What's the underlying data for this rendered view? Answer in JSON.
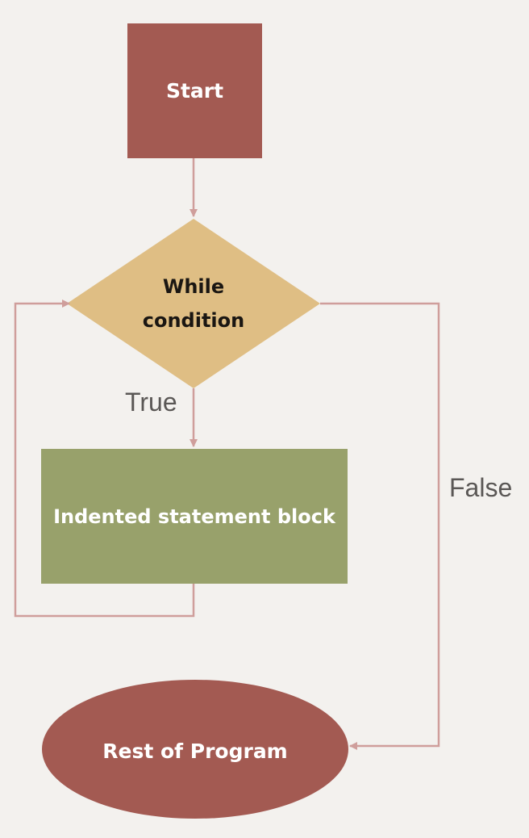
{
  "diagram": {
    "type": "flowchart",
    "nodes": {
      "start": {
        "label": "Start",
        "shape": "rectangle"
      },
      "decision": {
        "label": "While\ncondition",
        "shape": "diamond"
      },
      "block": {
        "label": "Indented statement block",
        "shape": "rectangle"
      },
      "end": {
        "label": "Rest of Program",
        "shape": "ellipse"
      }
    },
    "edges": [
      {
        "from": "start",
        "to": "decision",
        "label": ""
      },
      {
        "from": "decision",
        "to": "block",
        "label": "True"
      },
      {
        "from": "block",
        "to": "decision",
        "label": ""
      },
      {
        "from": "decision",
        "to": "end",
        "label": "False"
      }
    ],
    "edge_labels": {
      "true": "True",
      "false": "False"
    },
    "colors": {
      "background": "#f3f1ee",
      "start_fill": "#a35a52",
      "decision_fill": "#dfbe84",
      "block_fill": "#98a16b",
      "end_fill": "#a35a52",
      "connector": "#cf9e9b",
      "label_text": "#5a5755"
    }
  }
}
